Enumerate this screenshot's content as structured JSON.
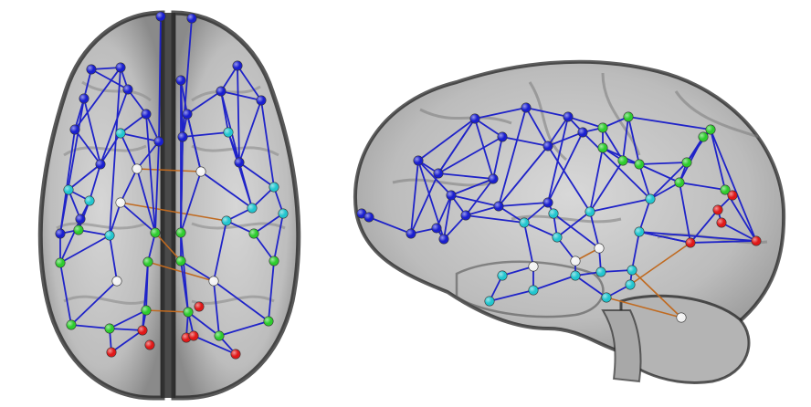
{
  "figure": {
    "views": [
      {
        "id": "axial",
        "label": ""
      },
      {
        "id": "sagittal",
        "label": ""
      }
    ],
    "colors": {
      "background": "#ffffff",
      "brain_fill": "#c8c8c8",
      "brain_edge": "#1a1a1a",
      "intra_edges": "#1f23c8",
      "inter_edges": "#c06a20",
      "node_blue": "#1a1fd0",
      "node_cyan": "#22c6cf",
      "node_green": "#2ecc2e",
      "node_red": "#e01818",
      "node_white": "#f2f2f2"
    },
    "node_classes": [
      "blue",
      "cyan",
      "green",
      "red",
      "white"
    ]
  }
}
